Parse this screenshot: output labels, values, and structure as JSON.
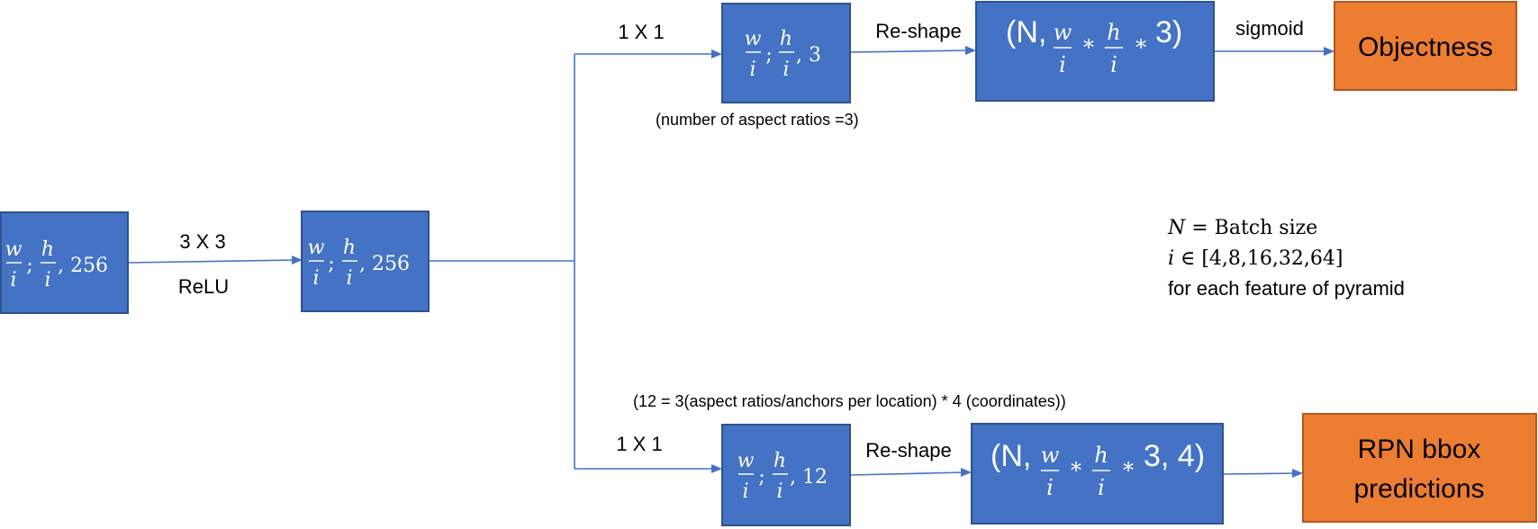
{
  "colors": {
    "box_fill": "#4472c4",
    "output_fill": "#ed7d31",
    "arrow": "#4472c4"
  },
  "nodes": {
    "input": {
      "w": "w",
      "h": "h",
      "i": "i",
      "sep": ";",
      "channels": ", 256"
    },
    "conv3": {
      "w": "w",
      "h": "h",
      "i": "i",
      "sep": ";",
      "channels": ", 256"
    },
    "cls": {
      "w": "w",
      "h": "h",
      "i": "i",
      "sep": ";",
      "channels": ", 3"
    },
    "reg": {
      "w": "w",
      "h": "h",
      "i": "i",
      "sep": ";",
      "channels": ", 12"
    },
    "cls_reshaped": {
      "open": "(N,",
      "w": "w",
      "h": "h",
      "i": "i",
      "mul1": "∗",
      "mul2": "∗",
      "tail": "3)"
    },
    "reg_reshaped": {
      "open": "(N,",
      "w": "w",
      "h": "h",
      "i": "i",
      "mul1": "∗",
      "mul2": "∗",
      "tail": "3, 4)"
    },
    "objectness": {
      "label": "Objectness"
    },
    "rpn_bbox": {
      "line1": "RPN bbox",
      "line2": "predictions"
    }
  },
  "edges": {
    "conv3x3_kernel": "3 X 3",
    "conv3x3_activation": "ReLU",
    "cls_conv": "1 X 1",
    "reg_conv": "1 X 1",
    "cls_reshape": "Re-shape",
    "reg_reshape": "Re-shape",
    "cls_activation": "sigmoid"
  },
  "notes": {
    "aspect_ratios": "(number of aspect ratios =3)",
    "reg_channels": "(12 = 3(aspect ratios/anchors per location) * 4 (coordinates))"
  },
  "legend": {
    "n_var": "N",
    "n_def": " = Batch size",
    "i_var": "i",
    "i_def": " ∈ [4,8,16,32,64]",
    "pyramid": "for each feature of pyramid"
  }
}
